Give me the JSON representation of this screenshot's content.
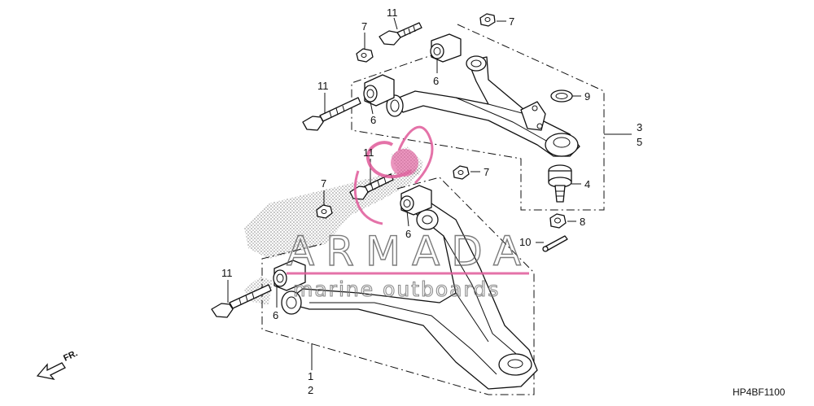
{
  "diagram": {
    "code": "HP4BF1100",
    "direction_label": "FR.",
    "callouts": {
      "c7_top_right": "7",
      "c11_top": "11",
      "c7_top_left": "7",
      "c6_top_right": "6",
      "c11_upper_left": "11",
      "c6_upper_left": "6",
      "c9": "9",
      "c3": "3",
      "c5": "5",
      "c4": "4",
      "c11_mid": "11",
      "c7_mid_right": "7",
      "c7_mid_left": "7",
      "c6_mid": "6",
      "c8": "8",
      "c10": "10",
      "c11_lower": "11",
      "c6_lower": "6",
      "c1": "1",
      "c2": "2"
    },
    "watermark": {
      "brand": "ARMADA",
      "tagline": "marine outboards"
    }
  }
}
